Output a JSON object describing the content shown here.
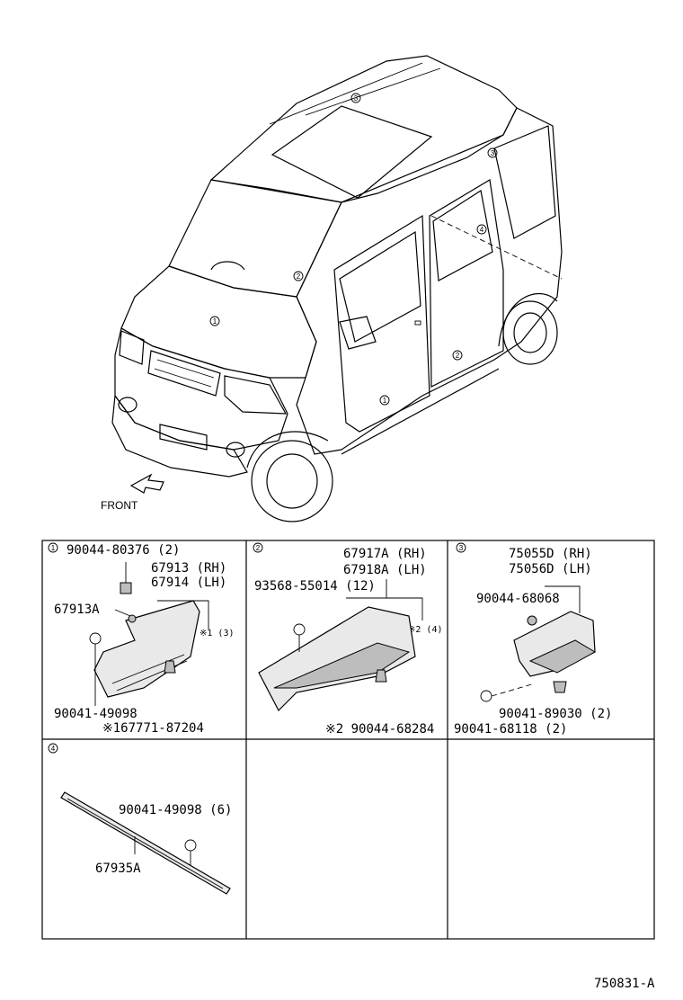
{
  "car": {
    "front_label": "FRONT",
    "callouts": [
      "1",
      "2",
      "3",
      "4"
    ]
  },
  "panels": {
    "p1": {
      "num": "1",
      "fastener_top": "90044-80376 (2)",
      "part_rh": "67913 (RH)",
      "part_lh": "67914 (LH)",
      "part_a": "67913A",
      "note_ref": "※1 (3)",
      "fastener_bottom": "90041-49098",
      "note_def": "※167771-87204"
    },
    "p2": {
      "num": "2",
      "part_rh": "67917A (RH)",
      "part_lh": "67918A (LH)",
      "fastener": "93568-55014 (12)",
      "note_ref": "※2 (4)",
      "note_def": "※2 90044-68284"
    },
    "p3": {
      "num": "3",
      "part_rh": "75055D (RH)",
      "part_lh": "75056D (LH)",
      "fastener_top": "90044-68068",
      "fastener_mid": "90041-89030 (2)",
      "fastener_bottom": "90041-68118 (2)"
    },
    "p4": {
      "num": "4",
      "fastener": "90041-49098 (6)",
      "part": "67935A"
    }
  },
  "footer": {
    "code": "750831-A"
  }
}
